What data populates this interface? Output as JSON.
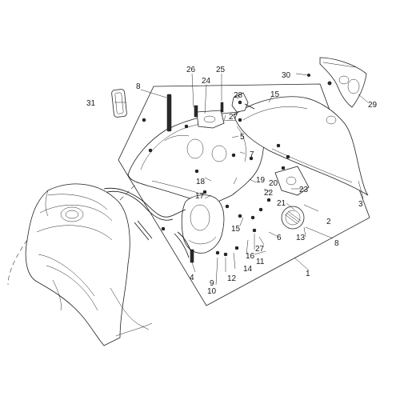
{
  "diagram": {
    "callouts": [
      {
        "id": "c1",
        "label": "1"
      },
      {
        "id": "c2",
        "label": "2"
      },
      {
        "id": "c3",
        "label": "3"
      },
      {
        "id": "c4",
        "label": "4"
      },
      {
        "id": "c5",
        "label": "5"
      },
      {
        "id": "c6",
        "label": "6"
      },
      {
        "id": "c7",
        "label": "7"
      },
      {
        "id": "c8a",
        "label": "8"
      },
      {
        "id": "c8b",
        "label": "8"
      },
      {
        "id": "c9",
        "label": "9"
      },
      {
        "id": "c10",
        "label": "10"
      },
      {
        "id": "c11",
        "label": "11"
      },
      {
        "id": "c12",
        "label": "12"
      },
      {
        "id": "c13",
        "label": "13"
      },
      {
        "id": "c14",
        "label": "14"
      },
      {
        "id": "c15a",
        "label": "15"
      },
      {
        "id": "c15b",
        "label": "15"
      },
      {
        "id": "c16",
        "label": "16"
      },
      {
        "id": "c17",
        "label": "17"
      },
      {
        "id": "c18",
        "label": "18"
      },
      {
        "id": "c19",
        "label": "19"
      },
      {
        "id": "c20",
        "label": "20"
      },
      {
        "id": "c21",
        "label": "21"
      },
      {
        "id": "c22",
        "label": "22"
      },
      {
        "id": "c23",
        "label": "23"
      },
      {
        "id": "c24",
        "label": "24"
      },
      {
        "id": "c25",
        "label": "25"
      },
      {
        "id": "c26",
        "label": "26"
      },
      {
        "id": "c27a",
        "label": "27"
      },
      {
        "id": "c27b",
        "label": "27"
      },
      {
        "id": "c28",
        "label": "28"
      },
      {
        "id": "c29",
        "label": "29"
      },
      {
        "id": "c30",
        "label": "30"
      },
      {
        "id": "c31",
        "label": "31"
      }
    ]
  }
}
